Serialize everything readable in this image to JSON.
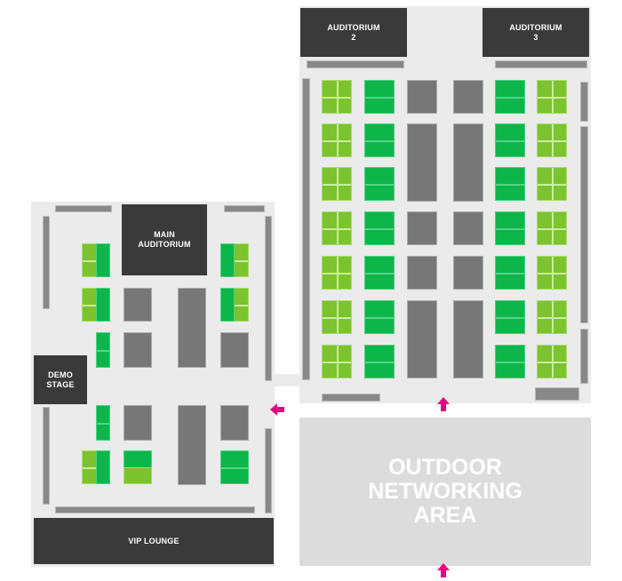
{
  "map": {
    "rooms": {
      "auditorium_2": [
        "AUDITORIUM",
        "2"
      ],
      "auditorium_3": [
        "AUDITORIUM",
        "3"
      ],
      "main_auditorium": [
        "MAIN",
        "AUDITORIUM"
      ],
      "demo_stage": [
        "DEMO",
        "STAGE"
      ],
      "vip_lounge": "VIP LOUNGE",
      "outdoor": [
        "OUTDOOR",
        "NETWORKING",
        "AREA"
      ]
    },
    "colors": {
      "floor": "#ebebeb",
      "room_dark": "#3a3a3a",
      "outdoor_area": "#dcdcdc",
      "booth_gray": "#777777",
      "booth_light_green": "#7dc22f",
      "booth_dark_green": "#0db54a",
      "entrance_arrow": "#e6007e"
    },
    "legend_visible": false
  }
}
